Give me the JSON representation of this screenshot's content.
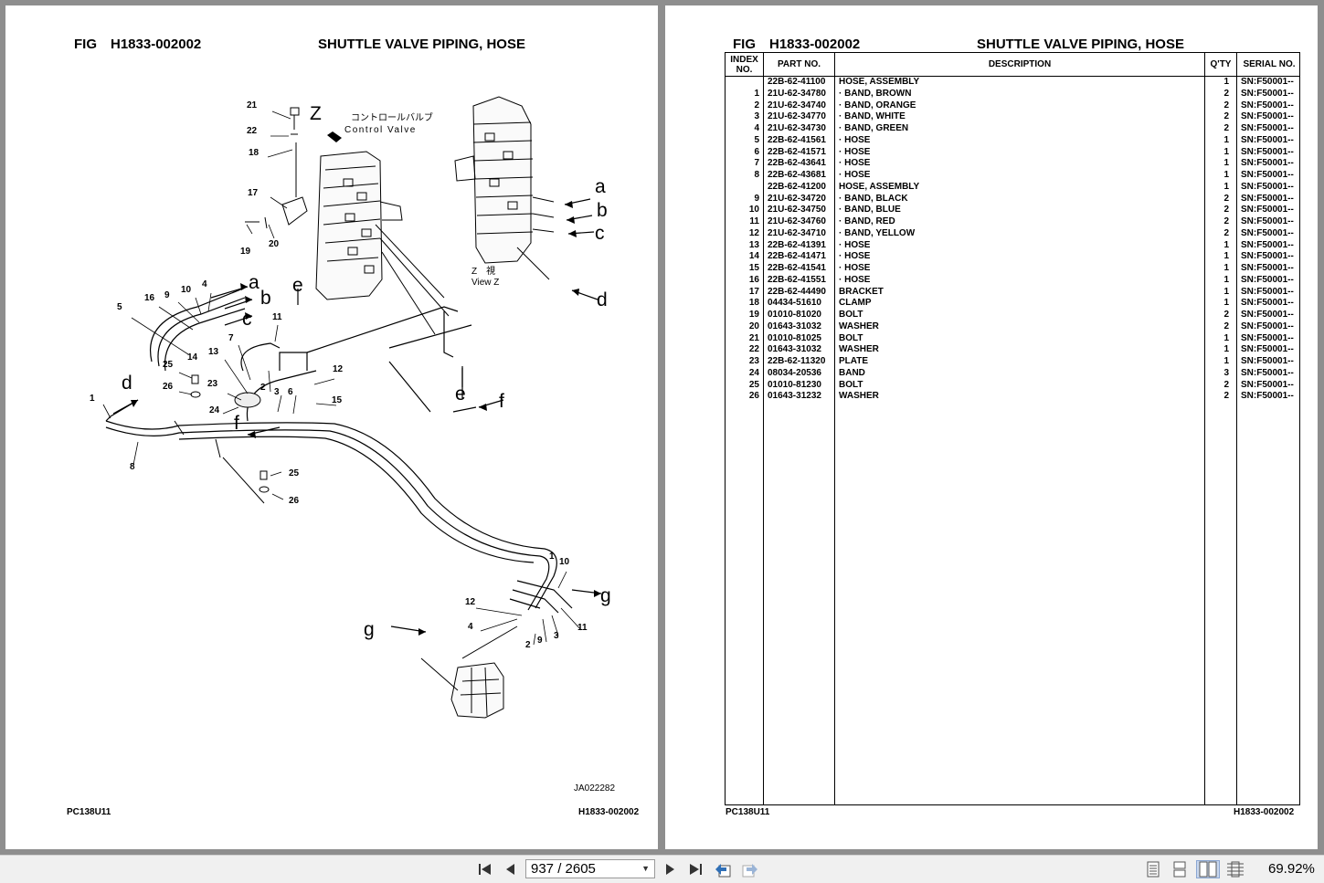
{
  "left_page": {
    "fig_label": "FIG",
    "fig_number": "H1833-002002",
    "title": "SHUTTLE VALVE PIPING, HOSE",
    "drawing_code": "JA022282",
    "model": "PC138U11",
    "fig_footer": "H1833-002002",
    "diagram": {
      "control_valve_jp": "コントロールバルブ",
      "control_valve_en": "Control Valve",
      "view_jp": "Z　視",
      "view_en": "View Z",
      "view_letter": "Z",
      "letters": [
        "a",
        "b",
        "c",
        "d",
        "e",
        "f",
        "g"
      ],
      "callouts": [
        "1",
        "2",
        "3",
        "4",
        "5",
        "6",
        "7",
        "8",
        "9",
        "10",
        "11",
        "12",
        "13",
        "14",
        "15",
        "16",
        "17",
        "18",
        "19",
        "20",
        "21",
        "22",
        "23",
        "24",
        "25",
        "26"
      ]
    }
  },
  "right_page": {
    "fig_label": "FIG",
    "fig_number": "H1833-002002",
    "title": "SHUTTLE VALVE PIPING, HOSE",
    "model": "PC138U11",
    "fig_footer": "H1833-002002",
    "columns": {
      "index_l1": "INDEX",
      "index_l2": "NO.",
      "part_no": "PART NO.",
      "description": "DESCRIPTION",
      "qty": "Q'TY",
      "serial_no": "SERIAL NO."
    },
    "rows": [
      {
        "index": "",
        "part_no": "22B-62-41100",
        "description": "HOSE, ASSEMBLY",
        "qty": "1",
        "serial": "SN:F50001--"
      },
      {
        "index": "1",
        "part_no": "21U-62-34780",
        "description": "·  BAND, BROWN",
        "qty": "2",
        "serial": "SN:F50001--"
      },
      {
        "index": "2",
        "part_no": "21U-62-34740",
        "description": "·  BAND, ORANGE",
        "qty": "2",
        "serial": "SN:F50001--"
      },
      {
        "index": "3",
        "part_no": "21U-62-34770",
        "description": "·  BAND, WHITE",
        "qty": "2",
        "serial": "SN:F50001--"
      },
      {
        "index": "4",
        "part_no": "21U-62-34730",
        "description": "·  BAND, GREEN",
        "qty": "2",
        "serial": "SN:F50001--"
      },
      {
        "index": "5",
        "part_no": "22B-62-41561",
        "description": "·  HOSE",
        "qty": "1",
        "serial": "SN:F50001--"
      },
      {
        "index": "6",
        "part_no": "22B-62-41571",
        "description": "·  HOSE",
        "qty": "1",
        "serial": "SN:F50001--"
      },
      {
        "index": "7",
        "part_no": "22B-62-43641",
        "description": "·  HOSE",
        "qty": "1",
        "serial": "SN:F50001--"
      },
      {
        "index": "8",
        "part_no": "22B-62-43681",
        "description": "·  HOSE",
        "qty": "1",
        "serial": "SN:F50001--"
      },
      {
        "index": "",
        "part_no": "22B-62-41200",
        "description": "HOSE, ASSEMBLY",
        "qty": "1",
        "serial": "SN:F50001--"
      },
      {
        "index": "9",
        "part_no": "21U-62-34720",
        "description": "·  BAND, BLACK",
        "qty": "2",
        "serial": "SN:F50001--"
      },
      {
        "index": "10",
        "part_no": "21U-62-34750",
        "description": "·  BAND, BLUE",
        "qty": "2",
        "serial": "SN:F50001--"
      },
      {
        "index": "11",
        "part_no": "21U-62-34760",
        "description": "·  BAND, RED",
        "qty": "2",
        "serial": "SN:F50001--"
      },
      {
        "index": "12",
        "part_no": "21U-62-34710",
        "description": "·  BAND, YELLOW",
        "qty": "2",
        "serial": "SN:F50001--"
      },
      {
        "index": "13",
        "part_no": "22B-62-41391",
        "description": "·  HOSE",
        "qty": "1",
        "serial": "SN:F50001--"
      },
      {
        "index": "14",
        "part_no": "22B-62-41471",
        "description": "·  HOSE",
        "qty": "1",
        "serial": "SN:F50001--"
      },
      {
        "index": "15",
        "part_no": "22B-62-41541",
        "description": "·  HOSE",
        "qty": "1",
        "serial": "SN:F50001--"
      },
      {
        "index": "16",
        "part_no": "22B-62-41551",
        "description": "·  HOSE",
        "qty": "1",
        "serial": "SN:F50001--"
      },
      {
        "index": "17",
        "part_no": "22B-62-44490",
        "description": "BRACKET",
        "qty": "1",
        "serial": "SN:F50001--"
      },
      {
        "index": "18",
        "part_no": "04434-51610",
        "description": "CLAMP",
        "qty": "1",
        "serial": "SN:F50001--"
      },
      {
        "index": "19",
        "part_no": "01010-81020",
        "description": "BOLT",
        "qty": "2",
        "serial": "SN:F50001--"
      },
      {
        "index": "20",
        "part_no": "01643-31032",
        "description": "WASHER",
        "qty": "2",
        "serial": "SN:F50001--"
      },
      {
        "index": "21",
        "part_no": "01010-81025",
        "description": "BOLT",
        "qty": "1",
        "serial": "SN:F50001--"
      },
      {
        "index": "22",
        "part_no": "01643-31032",
        "description": "WASHER",
        "qty": "1",
        "serial": "SN:F50001--"
      },
      {
        "index": "23",
        "part_no": "22B-62-11320",
        "description": "PLATE",
        "qty": "1",
        "serial": "SN:F50001--"
      },
      {
        "index": "24",
        "part_no": "08034-20536",
        "description": "BAND",
        "qty": "3",
        "serial": "SN:F50001--"
      },
      {
        "index": "25",
        "part_no": "01010-81230",
        "description": "BOLT",
        "qty": "2",
        "serial": "SN:F50001--"
      },
      {
        "index": "26",
        "part_no": "01643-31232",
        "description": "WASHER",
        "qty": "2",
        "serial": "SN:F50001--"
      }
    ]
  },
  "toolbar": {
    "page_current": "937",
    "page_total": "2605",
    "page_display": "937 / 2605",
    "zoom": "69.92%",
    "icons": [
      "first-page-icon",
      "prev-page-icon",
      "next-page-icon",
      "last-page-icon",
      "previous-view-icon",
      "next-view-icon",
      "single-page-icon",
      "continuous-icon",
      "two-page-icon",
      "scroll-mode-icon"
    ]
  }
}
